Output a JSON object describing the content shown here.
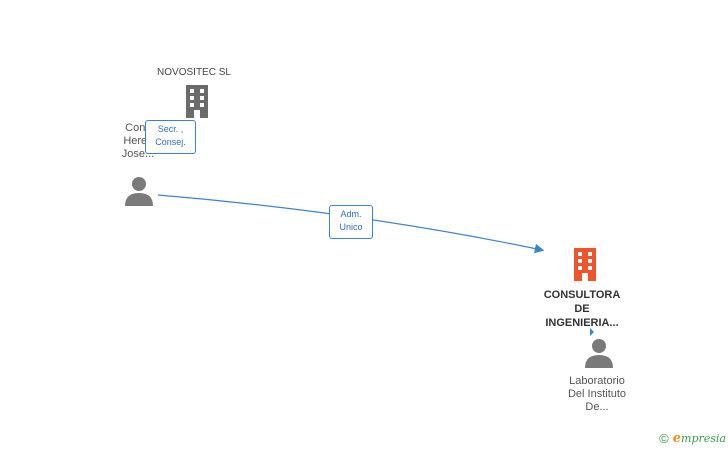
{
  "nodes": {
    "novositec": {
      "label": "NOVOSITEC SL"
    },
    "person_top": {
      "label_lines": [
        "Conc",
        "Herec",
        "Jose..."
      ]
    },
    "consultora": {
      "label_lines": [
        "CONSULTORA",
        "DE",
        "INGENIERIA..."
      ]
    },
    "laboratorio": {
      "label_lines": [
        "Laboratorio",
        "Del Instituto",
        "De..."
      ]
    }
  },
  "edges": {
    "secr": {
      "lines": [
        "Secr. ,",
        "Consej."
      ]
    },
    "adm": {
      "lines": [
        "Adm.",
        "Unico"
      ]
    }
  },
  "colors": {
    "building_gray": "#6b6b6b",
    "building_main": "#f0542a",
    "person": "#7a7a7a",
    "edge": "#3b82d6"
  },
  "footer": {
    "copyright_symbol": "©",
    "brand_first": "e",
    "brand_rest": "mpresia"
  }
}
